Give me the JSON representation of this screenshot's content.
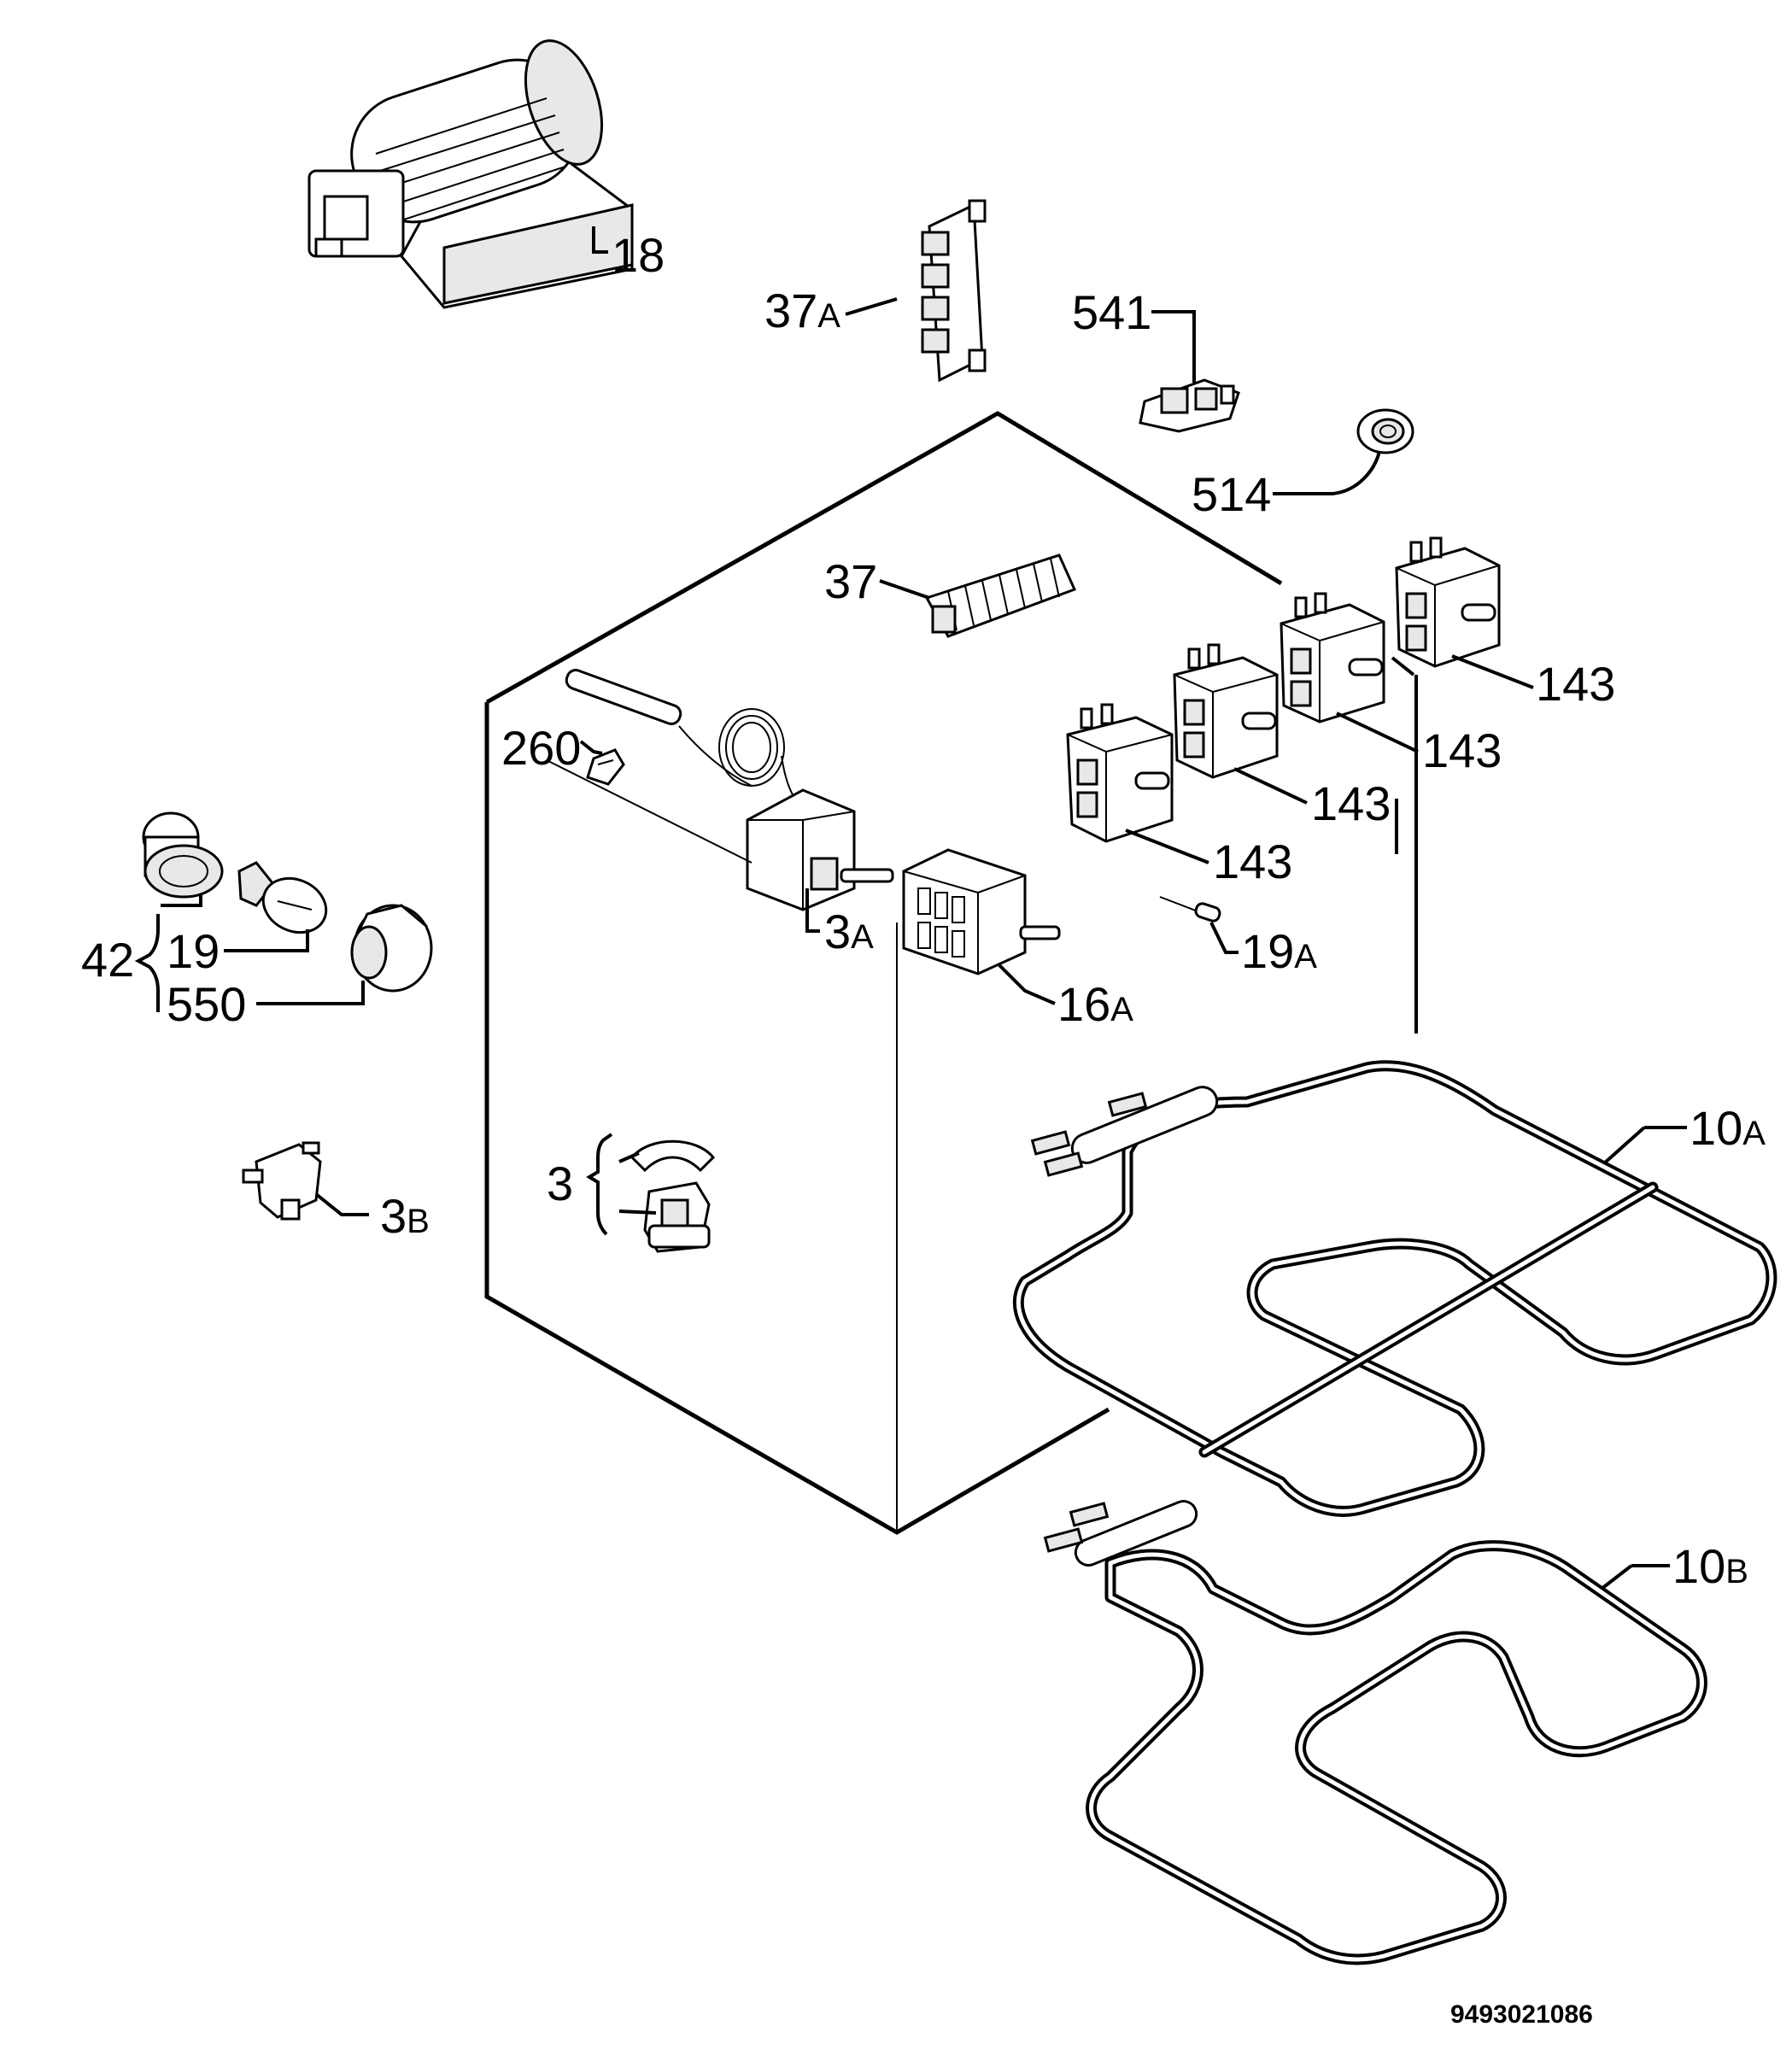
{
  "labels": {
    "p18": "18",
    "p37a": "37",
    "p37a_sub": "A",
    "p541": "541",
    "p514": "514",
    "p37": "37",
    "p143_1": "143",
    "p143_2": "143",
    "p143_3": "143",
    "p143_4": "143",
    "p260": "260",
    "p3a": "3",
    "p3a_sub": "A",
    "p16a": "16",
    "p16a_sub": "A",
    "p19a": "19",
    "p19a_sub": "A",
    "p42": "42",
    "p19": "19",
    "p550": "550",
    "p3": "3",
    "p3b": "3",
    "p3b_sub": "B",
    "p10a": "10",
    "p10a_sub": "A",
    "p10b": "10",
    "p10b_sub": "B"
  },
  "document_number": "9493021086"
}
